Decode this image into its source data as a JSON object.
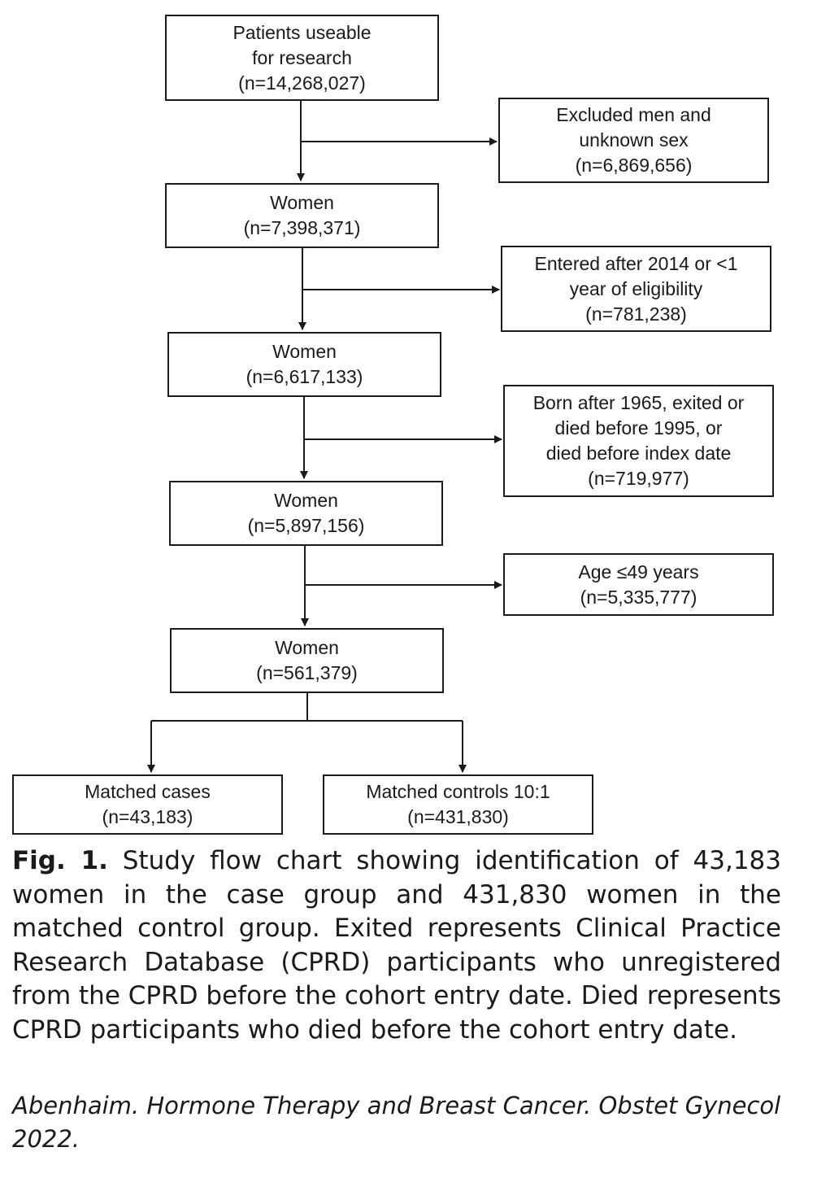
{
  "flowchart": {
    "patients": {
      "lines": [
        "Patients useable",
        "for research",
        "(n=14,268,027)"
      ]
    },
    "excluded_men": {
      "lines": [
        "Excluded men and",
        "unknown sex",
        "(n=6,869,656)"
      ]
    },
    "women_1": {
      "lines": [
        "Women",
        "(n=7,398,371)"
      ]
    },
    "excluded_2014": {
      "lines": [
        "Entered after 2014 or <1",
        "year of eligibility",
        "(n=781,238)"
      ]
    },
    "women_2": {
      "lines": [
        "Women",
        "(n=6,617,133)"
      ]
    },
    "excluded_born": {
      "lines": [
        "Born after 1965, exited or",
        "died before 1995, or",
        "died before index date",
        "(n=719,977)"
      ]
    },
    "women_3": {
      "lines": [
        "Women",
        "(n=5,897,156)"
      ]
    },
    "excluded_age": {
      "lines": [
        "Age ≤49 years",
        "(n=5,335,777)"
      ]
    },
    "women_4": {
      "lines": [
        "Women",
        "(n=561,379)"
      ]
    },
    "matched_cases": {
      "lines": [
        "Matched cases",
        "(n=43,183)"
      ]
    },
    "matched_controls": {
      "lines": [
        "Matched controls 10:1",
        "(n=431,830)"
      ]
    }
  },
  "caption": {
    "label": "Fig. 1.",
    "text": "Study flow chart showing identification of 43,183 women in the case group and 431,830 women in the matched control group. Exited represents Clinical Practice Research Database (CPRD) participants who unregistered from the CPRD before the cohort entry date. Died represents CPRD participants who died before the cohort entry date."
  },
  "citation": "Abenhaim. Hormone Therapy and Breast Cancer. Obstet Gynecol 2022.",
  "colors": {
    "line": "#1a1a1a",
    "background": "#ffffff"
  }
}
